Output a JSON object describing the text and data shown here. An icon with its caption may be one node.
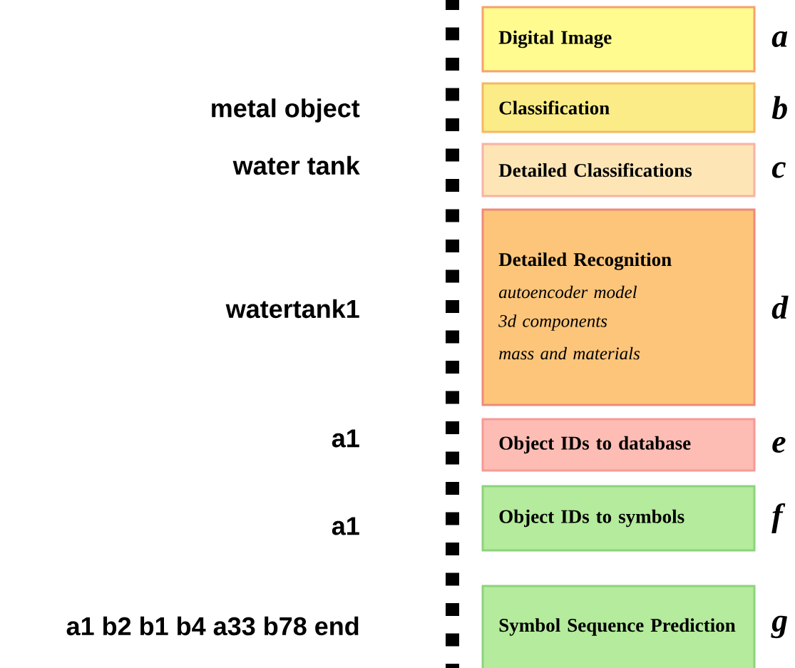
{
  "diagram": {
    "nodes": [
      {
        "text": [
          "Digital Image"
        ],
        "beside": [
          "a"
        ]
      },
      {
        "text": [
          "Classification"
        ],
        "beside": [
          "b"
        ]
      },
      {
        "text": [
          "Detailed Classifications"
        ],
        "beside": [
          "c"
        ]
      },
      {
        "text": [
          "Detailed Recognition",
          "autoencoder model",
          "3d components",
          "mass and materials"
        ],
        "beside": [
          "d"
        ]
      },
      {
        "text": [
          "Object IDs to database"
        ],
        "beside": [
          "e"
        ]
      },
      {
        "text": [
          "Object IDs to symbols"
        ],
        "beside": [
          "f"
        ]
      },
      {
        "text": [
          "Symbol Sequence Prediction"
        ],
        "beside": [
          "g"
        ]
      }
    ],
    "labels": [
      "metal object",
      "water tank",
      "watertank1",
      "a1",
      "a1",
      "a1 b2 b1 b4 a33 b78 end"
    ]
  }
}
